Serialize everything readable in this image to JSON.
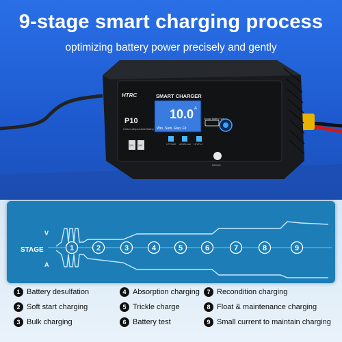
{
  "header": {
    "title": "9-stage smart charging process",
    "subtitle": "optimizing battery power precisely and gently"
  },
  "device": {
    "brand": "HTRC",
    "screen_title": "SMART CHARGER",
    "model": "P10",
    "model_desc": "Lithium,Lifepo4,Acid Battery Charger",
    "display_value": "10.0",
    "display_unit": "A",
    "display_modes": "Win. Sum. Rep. Fit",
    "mode_labels": [
      "LITHIUM",
      "AGM/Lead",
      "LiFePo4"
    ],
    "power_label": "REPAIR",
    "button_label": "Choose Battery Type",
    "side_keys": [
      "12V",
      "24V"
    ]
  },
  "diagram": {
    "stage_label": "STAGE",
    "v_label": "V",
    "a_label": "A",
    "stages": [
      "1",
      "2",
      "3",
      "4",
      "5",
      "6",
      "7",
      "8",
      "9"
    ]
  },
  "legend": [
    {
      "num": "1",
      "label": "Battery desulfation"
    },
    {
      "num": "2",
      "label": "Soft start charging"
    },
    {
      "num": "3",
      "label": "Bulk charging"
    },
    {
      "num": "4",
      "label": "Absorption charging"
    },
    {
      "num": "5",
      "label": "Trickle charge"
    },
    {
      "num": "6",
      "label": "Battery test"
    },
    {
      "num": "7",
      "label": "Recondition charging"
    },
    {
      "num": "8",
      "label": "Float & maintenance charging"
    },
    {
      "num": "9",
      "label": "Small current to maintain charging"
    }
  ]
}
